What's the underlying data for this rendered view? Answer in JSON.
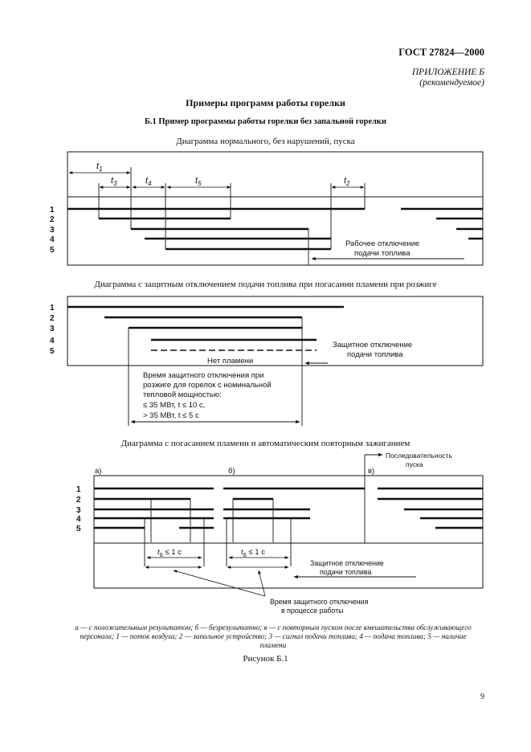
{
  "header": {
    "standard": "ГОСТ 27824—2000",
    "appendix_title": "ПРИЛОЖЕНИЕ Б",
    "appendix_note": "(рекомендуемое)"
  },
  "title": "Примеры программ работы горелки",
  "subtitle": "Б.1  Пример программы работы горелки без запальной горелки",
  "diagram1": {
    "caption": "Диаграмма нормального, без нарушений, пуска",
    "row_labels": [
      "1",
      "2",
      "3",
      "4",
      "5"
    ],
    "time_labels": {
      "t1": "t",
      "t1_sub": "1",
      "t3": "t",
      "t3_sub": "3",
      "t4": "t",
      "t4_sub": "4",
      "t5": "t",
      "t5_sub": "5",
      "t2": "t",
      "t2_sub": "2"
    },
    "note_line1": "Рабочее отключение",
    "note_line2": "подачи топлива"
  },
  "diagram2": {
    "caption": "Диаграмма с защитным отключением подачи топлива при погасании пламени при розжиге",
    "row_labels": [
      "1",
      "2",
      "3",
      "4",
      "5"
    ],
    "no_flame": "Нет пламени",
    "note_line1": "Защитное отключение",
    "note_line2": "подачи топлива",
    "time_lines": [
      "Время защитного отключения при",
      "розжиге для горелок с номинальной",
      "тепловой мощностью:",
      "≤ 35 МВт,   t ≤ 10 с,",
      "> 35 МВт,   t ≤   5 с"
    ]
  },
  "diagram3": {
    "caption": "Диаграмма с погасанием пламени и автоматическим повторным зажиганием",
    "row_labels": [
      "1",
      "2",
      "3",
      "4",
      "5"
    ],
    "section_a": "а)",
    "section_b": "б)",
    "section_c": "в)",
    "sequence_line1": "Последовательность",
    "sequence_line2": "пуска",
    "t6_left": "t",
    "t6_left_sub": "6",
    "t6_left_rest": " ≤ 1 с",
    "t6_right": "t",
    "t6_right_sub": "6",
    "t6_right_rest": " ≤ 1 с",
    "note_line1": "Защитное отключение",
    "note_line2": "подачи топлива",
    "bottom_line1": "Время защитного отключения",
    "bottom_line2": "в процессе работы"
  },
  "legend": "а — с положительным результатом; б — безрезультатно; в — с повторным пуском после вмешательства обслуживающего персонала; 1 — поток воздуха; 2 — запальное устройство; 3 — сигнал подачи топлива; 4 — подача топлива; 5 — наличие пламени",
  "figure_caption": "Рисунок Б.1",
  "page_number": "9"
}
